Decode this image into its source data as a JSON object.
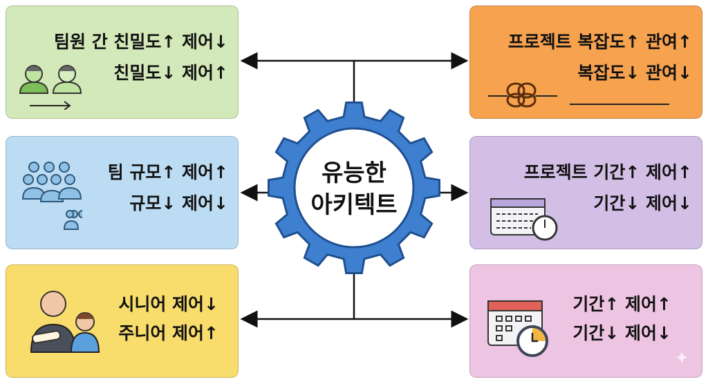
{
  "center": {
    "line1": "유능한",
    "line2": "아키텍트",
    "gear_color": "#3f7fd0"
  },
  "boxes": [
    {
      "id": "intimacy",
      "color": "#d3e9b9",
      "line1": "팀원 간 친밀도↑ 제어↓",
      "line2": "친밀도↓ 제어↑",
      "icon": "two-people-icon"
    },
    {
      "id": "team-size",
      "color": "#bcdcf3",
      "line1": "팀 규모↑ 제어↑",
      "line2": "규모↓ 제어↓",
      "icon": "crowd-icon"
    },
    {
      "id": "seniority",
      "color": "#f8dc6c",
      "line1": "시니어 제어↓",
      "line2": "주니어 제어↑",
      "icon": "senior-junior-icon"
    },
    {
      "id": "complexity",
      "color": "#f6a24f",
      "line1": "프로젝트 복잡도↑ 관여↑",
      "line2": "복잡도↓ 관여↓",
      "icon": "knot-icon"
    },
    {
      "id": "duration",
      "color": "#d3bfe6",
      "line1": "프로젝트 기간↑ 제어↑",
      "line2": "기간↓ 제어↓",
      "icon": "calendar-stopwatch-icon"
    },
    {
      "id": "duration2",
      "color": "#eec4e3",
      "line1": "기간↑ 제어↑",
      "line2": "기간↓ 제어↓",
      "icon": "calendar-clock-icon"
    }
  ]
}
